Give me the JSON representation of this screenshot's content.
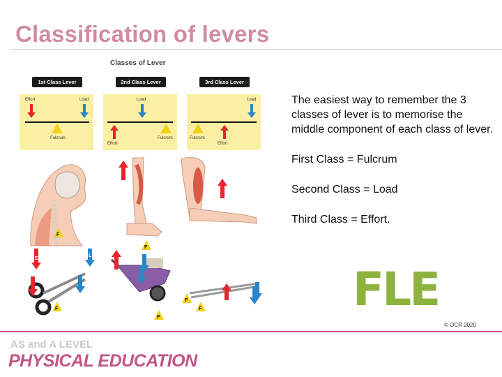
{
  "title": "Classification of levers",
  "figure": {
    "title": "Classes of Lever",
    "class_labels": [
      "1st Class Lever",
      "2nd Class Lever",
      "3rd Class Lever"
    ],
    "panel1": {
      "effort": "Effort",
      "load": "Load",
      "fulcrum": "Fulcrum"
    },
    "panel2": {
      "load": "Load",
      "effort": "Effort",
      "fulcrum": "Fulcrum"
    },
    "panel3": {
      "load": "Load",
      "fulcrum": "Fulcrum",
      "effort": "Effort"
    },
    "marker_effort": "E",
    "marker_load": "L",
    "marker_fulcrum": "F"
  },
  "paragraphs": [
    "The easiest way to remember the 3 classes of lever is to memorise the middle component of each class of lever.",
    "First Class = Fulcrum",
    "Second Class = Load",
    "Third Class = Effort."
  ],
  "mnemonic": "FLE",
  "copyright": "© OCR 2020",
  "footer": {
    "line1": "AS and A LEVEL",
    "line2": "PHYSICAL EDUCATION"
  },
  "colors": {
    "title": "#d18ba3",
    "accent": "#c25683",
    "effort": "#e8242c",
    "load": "#2a86c6",
    "fulcrum": "#f2d21a",
    "mnemonic": "#8db33f"
  }
}
